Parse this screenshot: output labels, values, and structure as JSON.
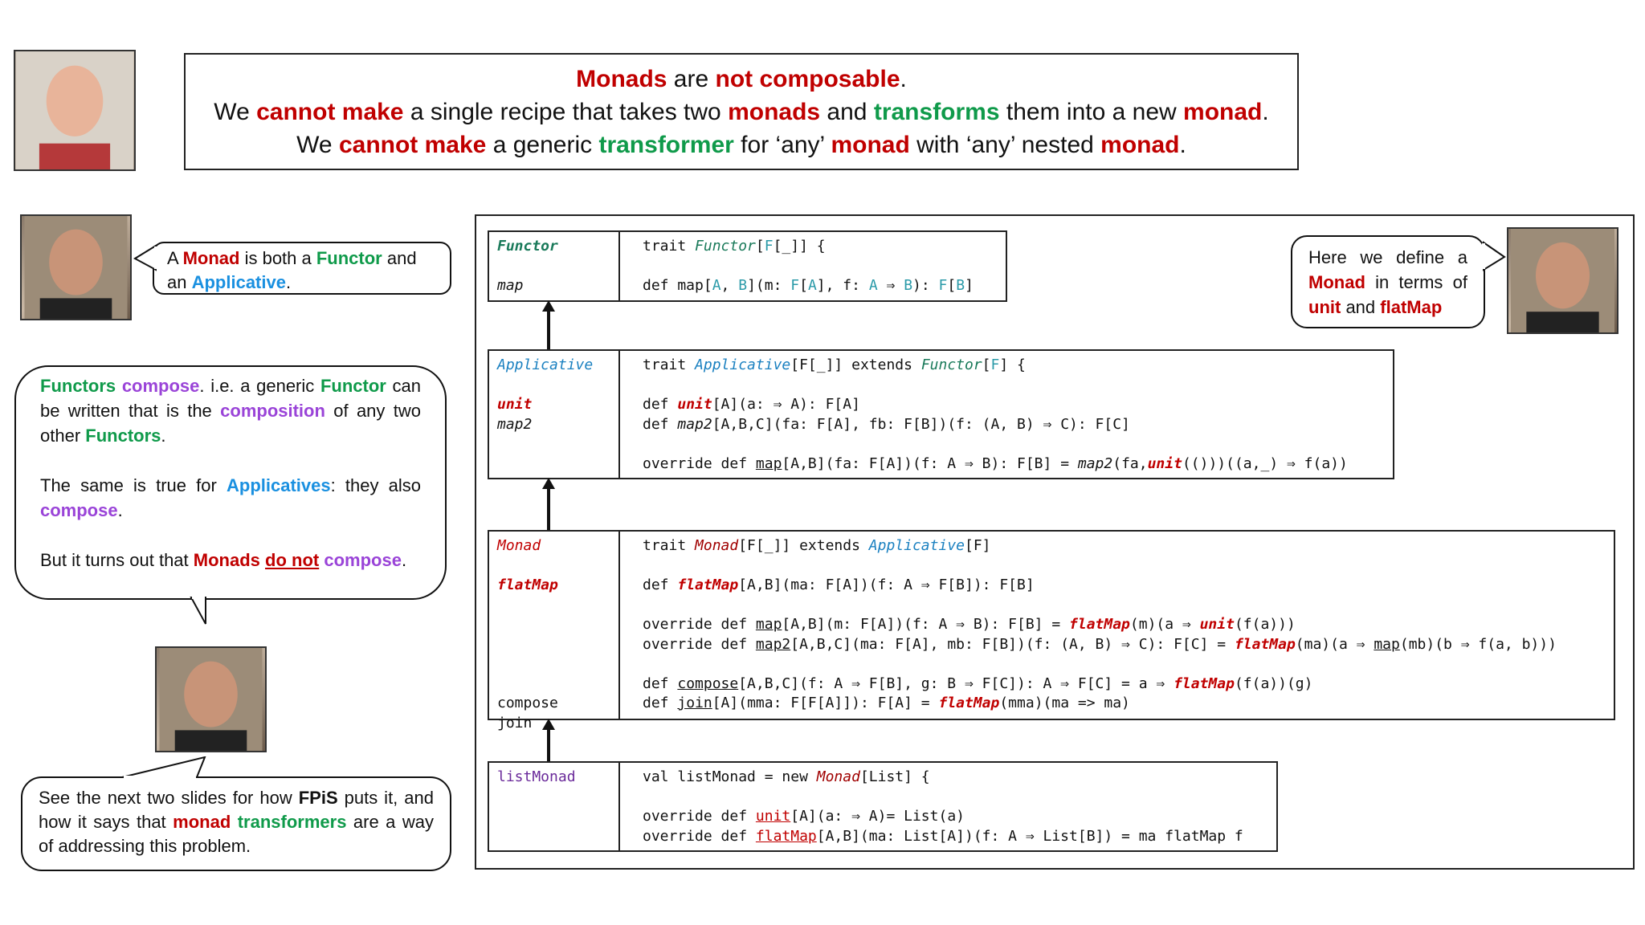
{
  "banner": {
    "line1": [
      "Monads",
      " are ",
      "not composable",
      "."
    ],
    "line2": [
      "We ",
      "cannot make",
      " a single recipe that takes two ",
      "monads",
      " and ",
      "transforms",
      " them into a new ",
      "monad",
      "."
    ],
    "line3": [
      "We ",
      "cannot make",
      " a generic ",
      "transformer",
      " for ‘any’ ",
      "monad",
      " with ‘any’ nested ",
      "monad",
      "."
    ]
  },
  "bubble_monad": [
    "A ",
    "Monad",
    " is both a ",
    "Functor",
    " and an ",
    "Applicative",
    "."
  ],
  "bubble_define": [
    "Here we define a ",
    "Monad",
    " in terms of ",
    "unit",
    " and ",
    "flatMap"
  ],
  "bubble_compose": {
    "p1": [
      "Functors",
      " ",
      "compose",
      ". i.e. a generic ",
      "Functor",
      " can be written that is the ",
      "composition",
      " of any two other ",
      "Functors",
      "."
    ],
    "p2": [
      "The same is true for ",
      "Applicatives",
      ": they also ",
      "compose",
      "."
    ],
    "p3": [
      "But it turns out that ",
      "Monads",
      " ",
      "do not",
      " ",
      "compose",
      "."
    ]
  },
  "bubble_fpis": [
    "See the next two slides for how ",
    "FPiS",
    " puts it, and how it says that ",
    "monad",
    " ",
    "transformers",
    " are a way of addressing this problem."
  ],
  "functor": {
    "name": "Functor",
    "member1": "map",
    "trait": [
      "trait ",
      "Functor",
      "[",
      "F",
      "[_]] {"
    ],
    "def_map": [
      "def map[",
      "A",
      ", ",
      "B",
      "](m: ",
      "F",
      "[",
      "A",
      "], f: ",
      "A",
      " ⇒ ",
      "B",
      "): ",
      "F",
      "[",
      "B",
      "]"
    ]
  },
  "applicative": {
    "name": "Applicative",
    "member1": "unit",
    "member2": "map2",
    "trait": [
      "trait ",
      "Applicative",
      "[F[_]] extends ",
      "Functor",
      "[",
      "F",
      "] {"
    ],
    "def_unit": [
      "def ",
      "unit",
      "[A](a: ⇒ A): F[A]"
    ],
    "def_map2": [
      "def ",
      "map2",
      "[A,B,C](fa: F[A], fb: F[B])(f: (A, B) ⇒ C): F[C]"
    ],
    "override_map": [
      "override def ",
      "map",
      "[A,B](fa: F[A])(f: A ⇒ B): F[B] = ",
      "map2",
      "(fa,",
      "unit",
      "(()))((a,_) ⇒ f(a))"
    ]
  },
  "monad": {
    "name": "Monad",
    "member1": "flatMap",
    "member2": "compose",
    "member3": "join",
    "trait": [
      "trait ",
      "Monad",
      "[F[_]] extends ",
      "Applicative",
      "[F]"
    ],
    "def_flatMap": [
      "def ",
      "flatMap",
      "[A,B](ma: F[A])(f: A ⇒ F[B]): F[B]"
    ],
    "override_map": [
      "override def ",
      "map",
      "[A,B](m: F[A])(f: A ⇒ B): F[B] = ",
      "flatMap",
      "(m)(a ⇒ ",
      "unit",
      "(f(a)))"
    ],
    "override_map2": [
      "override def ",
      "map2",
      "[A,B,C](ma: F[A], mb: F[B])(f: (A, B) ⇒ C): F[C] = ",
      "flatMap",
      "(ma)(a ⇒ ",
      "map",
      "(mb)(b ⇒ f(a, b)))"
    ],
    "def_compose": [
      "def ",
      "compose",
      "[A,B,C](f: A ⇒ F[B], g: B ⇒ F[C]): A ⇒ F[C] = a ⇒ ",
      "flatMap",
      "(f(a))(g)"
    ],
    "def_join": [
      "def ",
      "join",
      "[A](mma: F[F[A]]): F[A] = ",
      "flatMap",
      "(mma)(ma => ma)"
    ]
  },
  "listMonad": {
    "name": "listMonad",
    "val": [
      "val listMonad = new ",
      "Monad",
      "[List] {"
    ],
    "override_unit": [
      "override def ",
      "unit",
      "[A](a: ⇒ A)= List(a)"
    ],
    "override_flatMap": [
      "override def ",
      "flatMap",
      "[A,B](ma: List[A])(f: A ⇒ List[B]) = ma flatMap f"
    ]
  }
}
